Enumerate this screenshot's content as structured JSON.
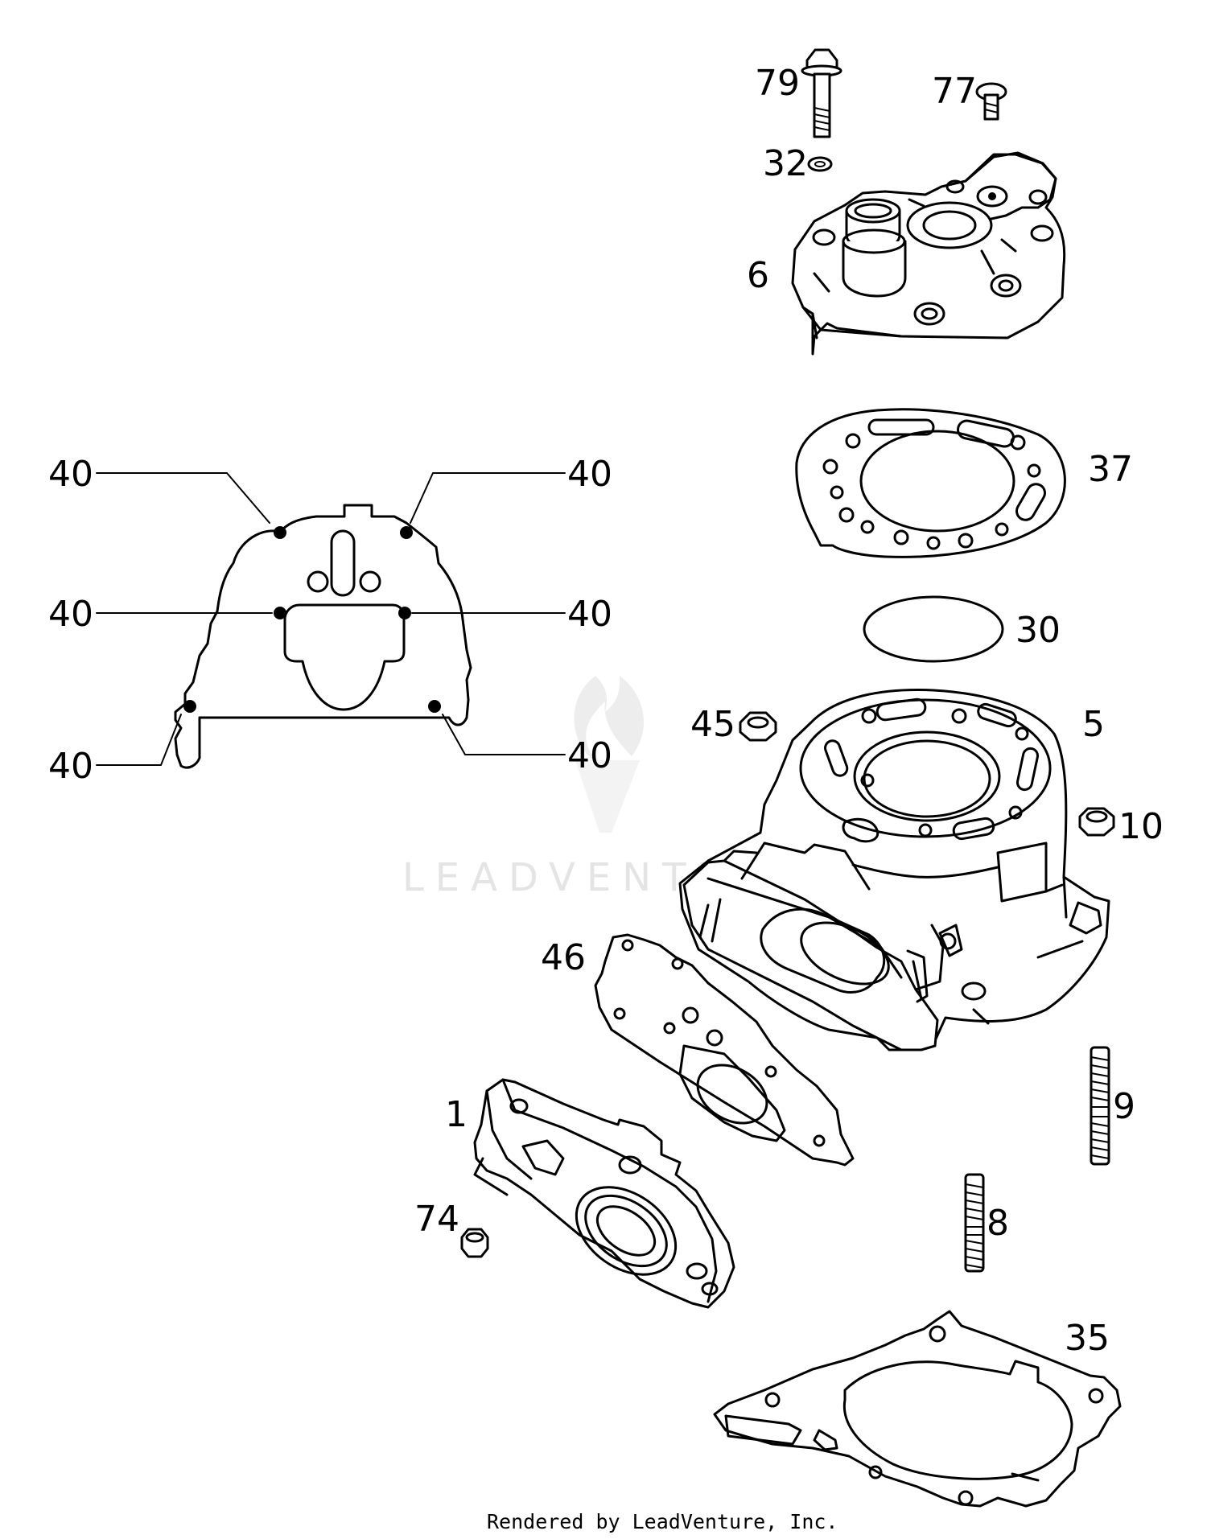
{
  "callouts": {
    "c79": "79",
    "c77": "77",
    "c32": "32",
    "c6": "6",
    "c37": "37",
    "c30": "30",
    "c45": "45",
    "c5": "5",
    "c10": "10",
    "c46": "46",
    "c1": "1",
    "c9": "9",
    "c74": "74",
    "c8": "8",
    "c35": "35",
    "c40": [
      "40",
      "40",
      "40",
      "40",
      "40",
      "40"
    ]
  },
  "watermark": "LEADVENTURE",
  "footer": "Rendered by LeadVenture, Inc."
}
